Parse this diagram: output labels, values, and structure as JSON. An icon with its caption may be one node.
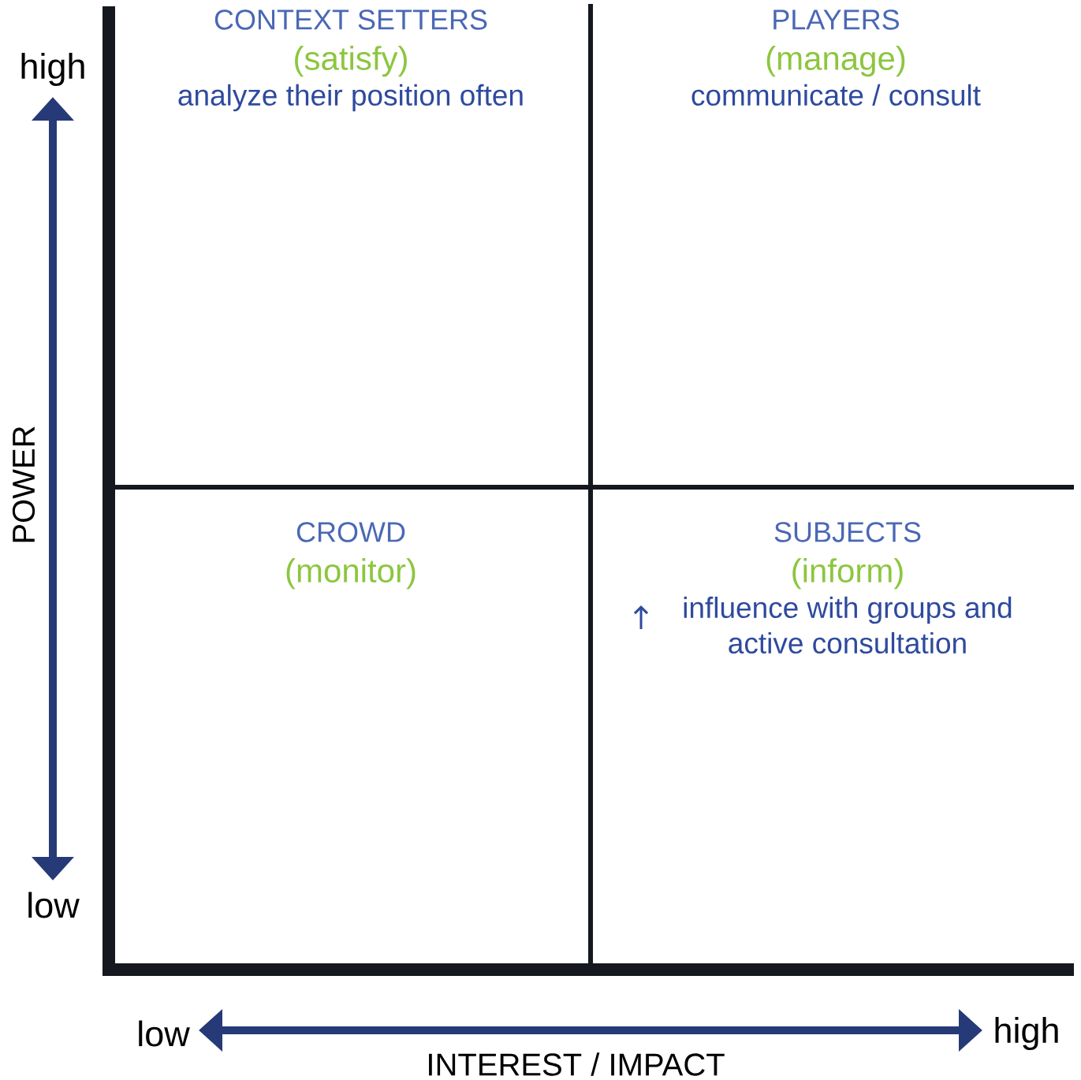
{
  "diagram": {
    "nodes": [
      {
        "text": [
          "CONTEXT SETTERS",
          "(satisfy)",
          "analyze their position often"
        ]
      },
      {
        "text": [
          "PLAYERS",
          "(manage)",
          "communicate / consult"
        ]
      },
      {
        "text": [
          "CROWD",
          "(monitor)"
        ]
      },
      {
        "text": [
          "SUBJECTS",
          "(inform)",
          "influence with groups and active consultation"
        ]
      }
    ],
    "labels": [
      "high",
      "POWER",
      "low",
      "low",
      "high",
      "INTEREST / IMPACT"
    ]
  }
}
